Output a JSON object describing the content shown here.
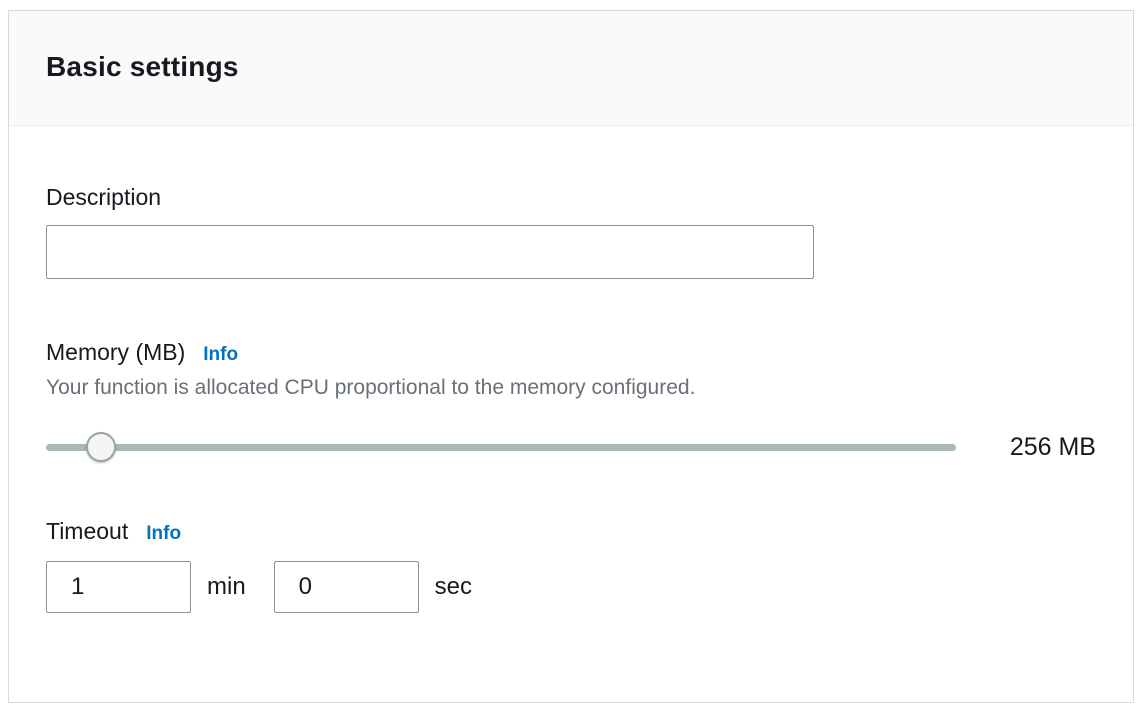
{
  "panel": {
    "title": "Basic settings"
  },
  "description": {
    "label": "Description",
    "value": ""
  },
  "memory": {
    "label": "Memory (MB)",
    "info_label": "Info",
    "help_text": "Your function is allocated CPU proportional to the memory configured.",
    "value_label": "256 MB",
    "slider_percent": 6
  },
  "timeout": {
    "label": "Timeout",
    "info_label": "Info",
    "minutes_value": "1",
    "minutes_unit": "min",
    "seconds_value": "0",
    "seconds_unit": "sec"
  },
  "colors": {
    "accent_link": "#0073bb",
    "header_background": "#fafafa",
    "card_border": "#d5dbdb",
    "text_primary": "#16191f",
    "text_secondary": "#687078",
    "slider_track": "#aab7b8"
  }
}
